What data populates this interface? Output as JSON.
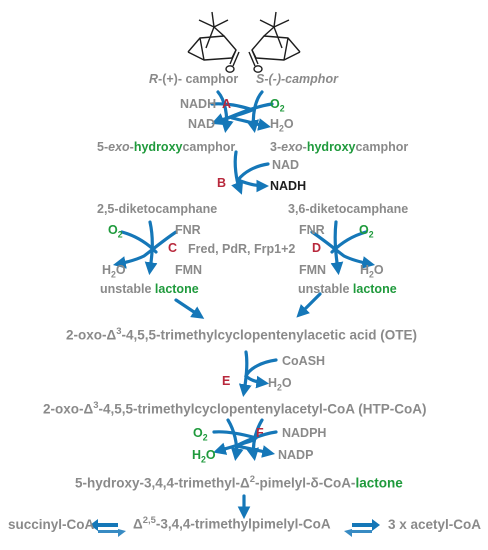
{
  "colors": {
    "arrow": "#1577b8",
    "green": "#1f9a3c",
    "red": "#b8283c",
    "gray": "#8a8a8a",
    "black": "#1e1e1e"
  },
  "structures": [
    "camphor-r-structure",
    "camphor-s-structure"
  ],
  "substrates": {
    "r_prefix": "R",
    "r_suffix": "-(+)- camphor",
    "s_text": "S-(-)-camphor"
  },
  "step_a": {
    "enzyme": "A",
    "cofactor_in": "NADH",
    "cofactor_out": "NAD",
    "o2": "O",
    "o2_sub": "2",
    "h2o_h": "H",
    "h2o_sub": "2",
    "h2o_o": "O"
  },
  "hydroxy": {
    "left_prefix": "5-",
    "left_exo": "exo",
    "left_dash": "-",
    "left_hydroxy": "hydroxy",
    "left_camphor": "camphor",
    "right_prefix": "3-",
    "right_exo": "exo",
    "right_dash": "-",
    "right_hydroxy": "hydroxy",
    "right_camphor": "camphor"
  },
  "step_b": {
    "enzyme": "B",
    "cofactor_in": "NAD",
    "cofactor_out": "NADH"
  },
  "diketo": {
    "left": "2,5-diketocamphane",
    "right": "3,6-diketocamphane"
  },
  "step_c": {
    "enzyme": "C",
    "fnr": "FNR",
    "fmn": "FMN",
    "o2": "O",
    "o2_sub": "2",
    "h2o_h": "H",
    "h2o_sub": "2",
    "h2o_o": "O"
  },
  "step_d": {
    "enzyme": "D",
    "fnr": "FNR",
    "fmn": "FMN",
    "o2": "O",
    "o2_sub": "2",
    "h2o_h": "H",
    "h2o_sub": "2",
    "h2o_o": "O"
  },
  "ferredoxins": "Fred, PdR, Frp1+2",
  "lactone": {
    "unstable": "unstable",
    "word": "lactone"
  },
  "ote": {
    "a": "2-oxo-Δ",
    "sup": "3",
    "b": "-4,5,5-trimethylcyclopentenylacetic acid  (OTE)"
  },
  "step_e": {
    "enzyme": "E",
    "coash": "CoASH",
    "h2o_h": "H",
    "h2o_sub": "2",
    "h2o_o": "O"
  },
  "htp": {
    "a": "2-oxo-Δ",
    "sup": "3",
    "b": "-4,5,5-trimethylcyclopentenylacetyl-CoA (HTP-CoA)"
  },
  "step_f": {
    "enzyme": "F",
    "nadph": "NADPH",
    "nadp": "NADP",
    "o2": "O",
    "o2_sub": "2",
    "h2o_h": "H",
    "h2o_sub": "2",
    "h2o_o": "O"
  },
  "pimelyl_lactone": {
    "a": "5-hydroxy-3,4,4-trimethyl-Δ",
    "sup": "2",
    "b": "-pimelyl-δ-CoA-",
    "c": "lactone"
  },
  "final": {
    "succinyl": "succinyl-CoA",
    "mid_delta": "Δ",
    "mid_sup": "2,5",
    "mid_rest": "-3,4,4-trimethylpimelyl-CoA",
    "acetyl": "3  x acetyl-CoA"
  }
}
